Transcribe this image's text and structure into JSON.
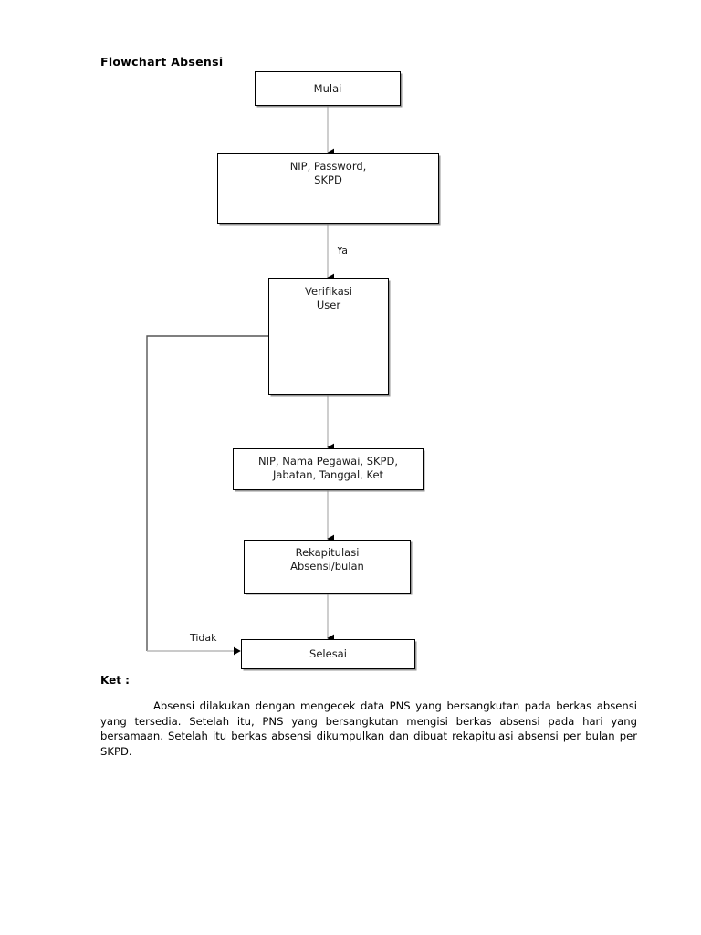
{
  "document": {
    "title": "Flowchart Absensi"
  },
  "flowchart": {
    "nodes": [
      {
        "id": "mulai",
        "label": "Mulai",
        "shape": "rectangle"
      },
      {
        "id": "input-login",
        "label": "NIP, Password,\nSKPD",
        "shape": "rectangle"
      },
      {
        "id": "verifikasi",
        "label": "Verifikasi\nUser",
        "shape": "rectangle"
      },
      {
        "id": "data-absensi",
        "label": "NIP, Nama Pegawai, SKPD,\nJabatan, Tanggal, Ket",
        "shape": "rectangle"
      },
      {
        "id": "rekap",
        "label": "Rekapitulasi\nAbsensi/bulan",
        "shape": "rectangle"
      },
      {
        "id": "selesai",
        "label": "Selesai",
        "shape": "rectangle"
      }
    ],
    "edges": [
      {
        "from": "mulai",
        "to": "input-login",
        "label": ""
      },
      {
        "from": "input-login",
        "to": "verifikasi",
        "label": "Ya"
      },
      {
        "from": "verifikasi",
        "to": "data-absensi",
        "label": ""
      },
      {
        "from": "data-absensi",
        "to": "rekap",
        "label": ""
      },
      {
        "from": "rekap",
        "to": "selesai",
        "label": ""
      },
      {
        "from": "verifikasi",
        "to": "selesai",
        "label": "Tidak"
      }
    ],
    "edge_labels": {
      "ya": "Ya",
      "tidak": "Tidak"
    },
    "colors": {
      "node_border": "#000000",
      "node_fill": "#ffffff",
      "connector": "#b0b0b0",
      "arrowhead": "#000000",
      "loop_line": "#555555",
      "text": "#1a1a1a"
    }
  },
  "notes": {
    "heading": "Ket :",
    "body": "Absensi dilakukan dengan mengecek data PNS yang bersangkutan pada berkas absensi yang tersedia. Setelah itu, PNS yang bersangkutan mengisi berkas absensi pada hari yang bersamaan. Setelah itu berkas absensi dikumpulkan dan dibuat rekapitulasi absensi per bulan per SKPD."
  }
}
